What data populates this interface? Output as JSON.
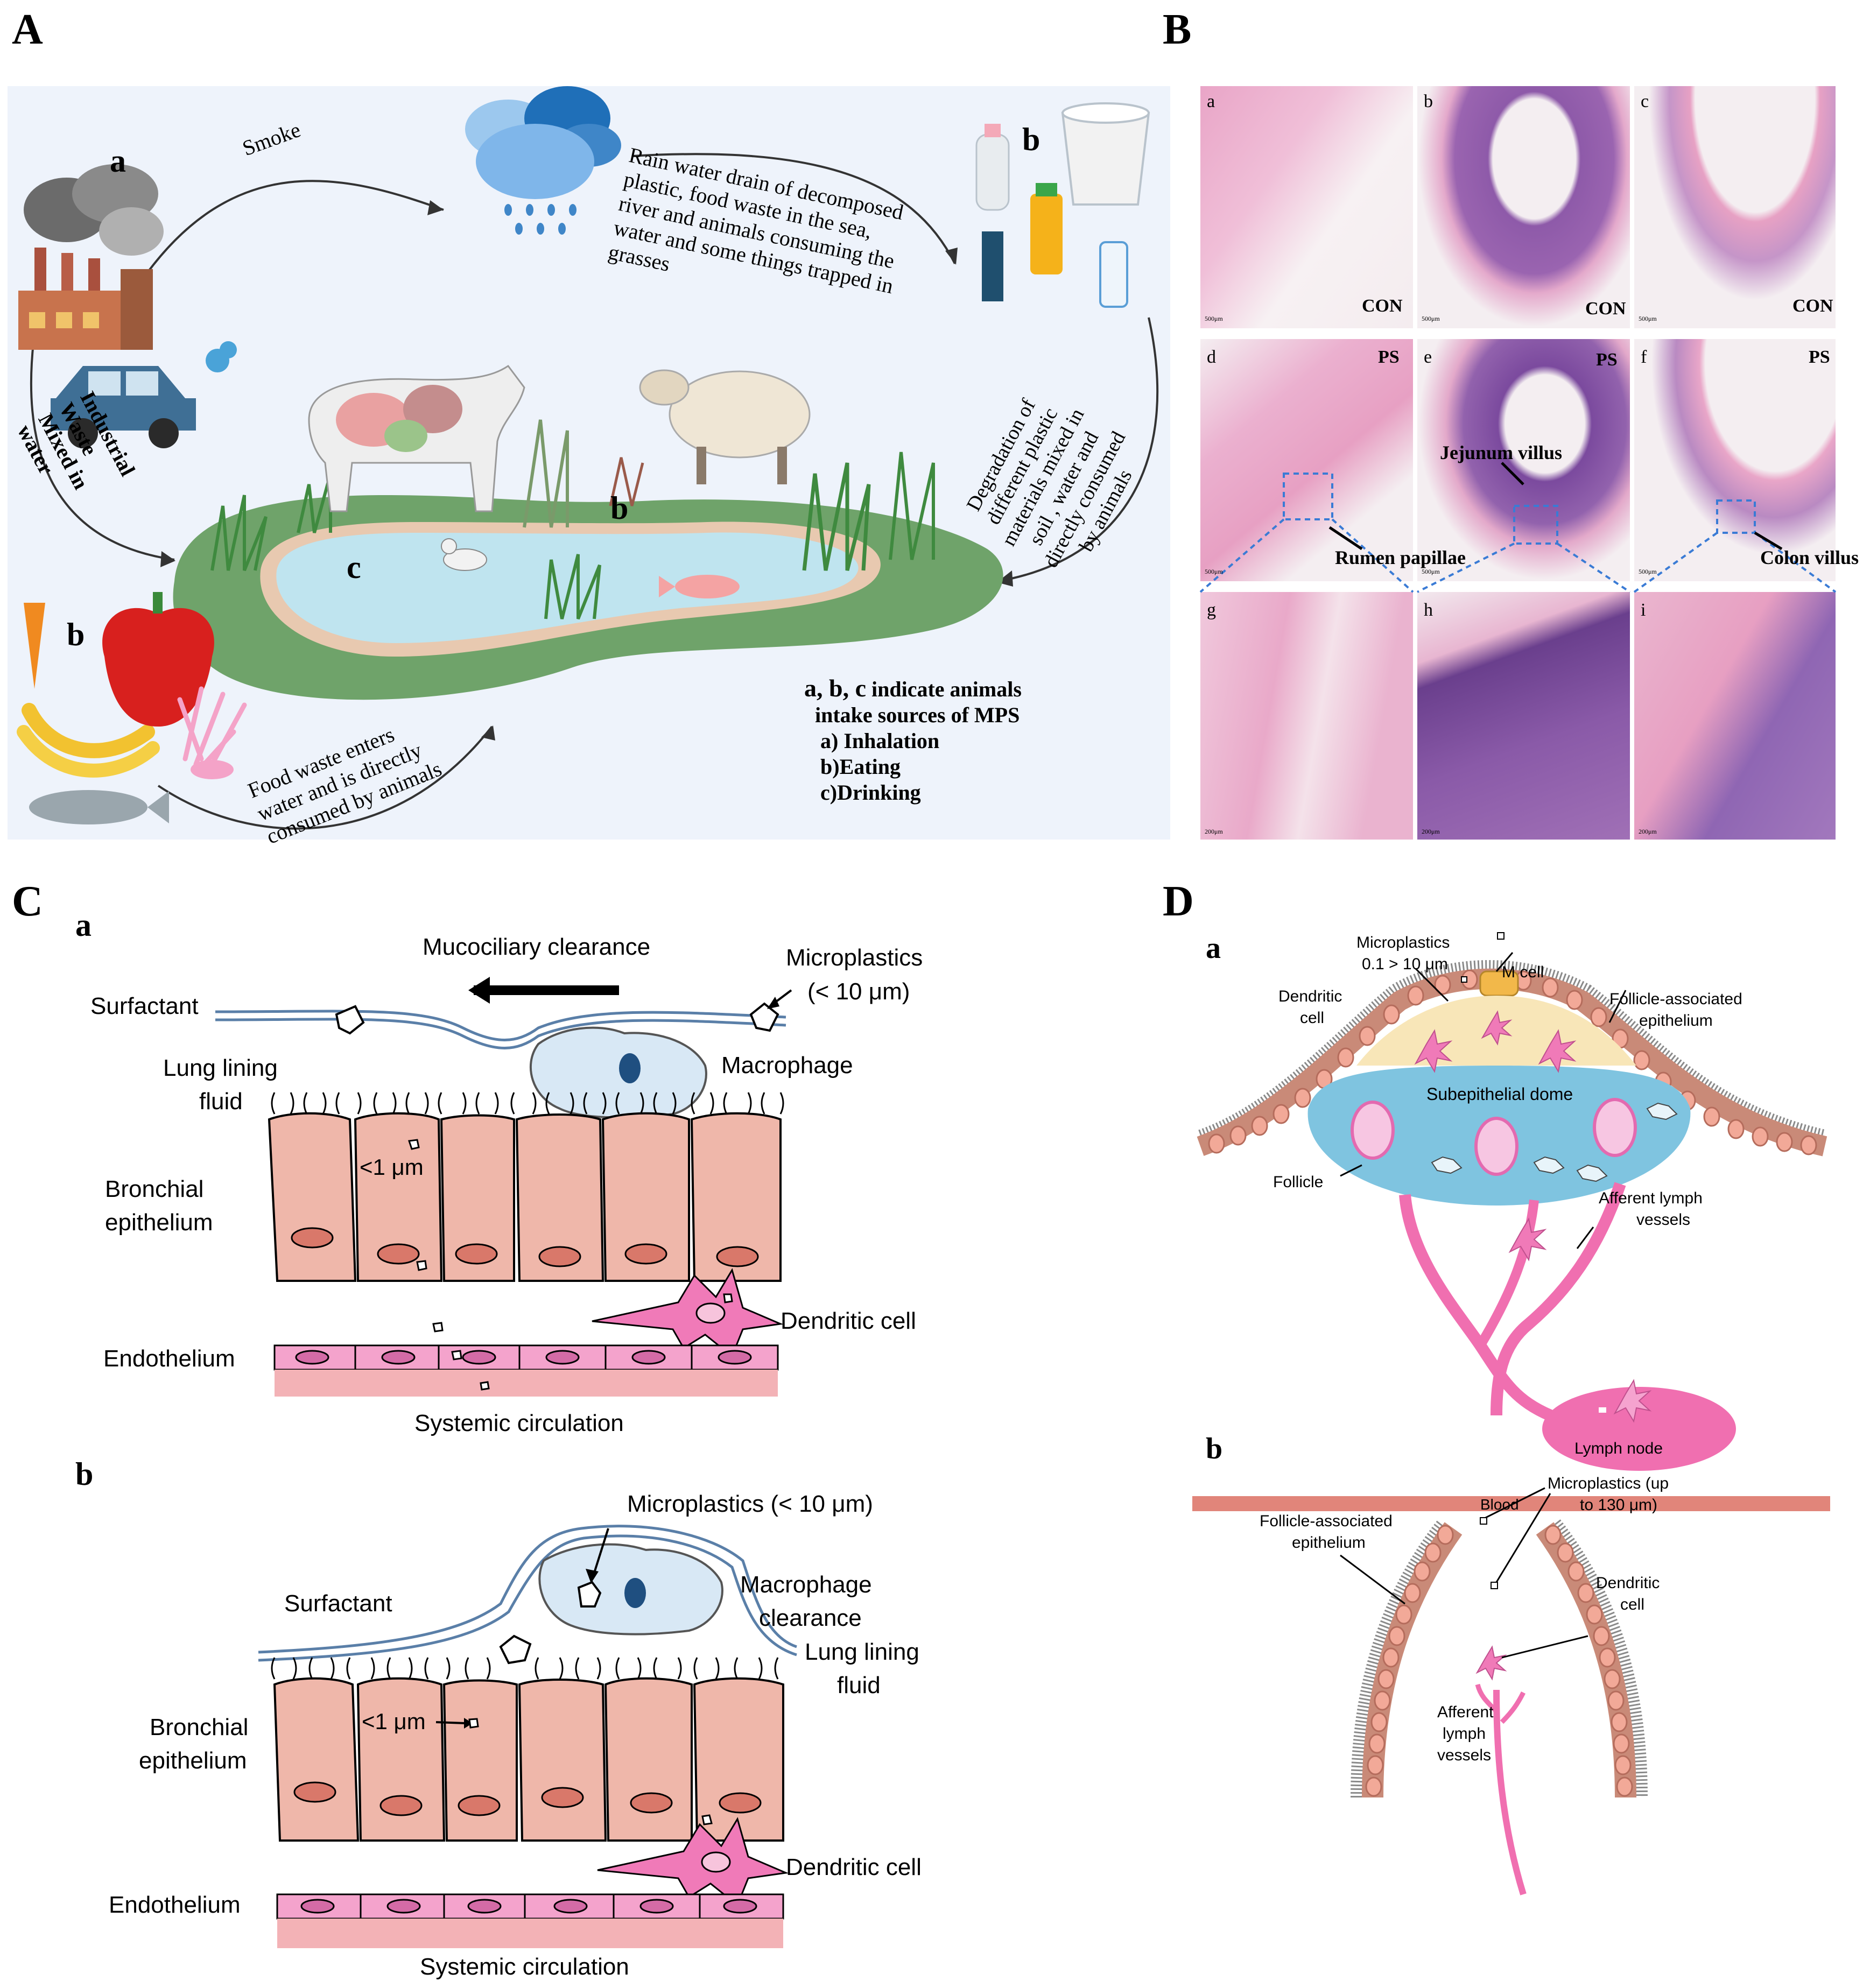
{
  "panels": {
    "A": "A",
    "B": "B",
    "C": "C",
    "D": "D"
  },
  "panel_a": {
    "label_a": "a",
    "label_b_top": "b",
    "label_b_mid": "b",
    "label_b_bottom": "b",
    "label_c": "c",
    "smoke": "Smoke",
    "rain_text": [
      "Rain water drain of decomposed",
      "plastic, food waste in the sea,",
      "river and animals consuming the",
      "water and some things trapped in",
      "grasses"
    ],
    "industrial_text": [
      "Industrial",
      "Waste",
      "Mixed in",
      "water"
    ],
    "degradation_text": [
      "Degradation of",
      "different plastic",
      "materials mixed in",
      "soil , water and",
      "directly consumed",
      "by animals"
    ],
    "food_text": [
      "Food waste enters",
      "water and is directly",
      "consumed by animals"
    ],
    "legend_title_1": "a, b, c",
    "legend_title_2": "indicate animals",
    "legend_title_3": "intake sources of  MPS",
    "legend_items": [
      {
        "key": "a)",
        "label": "Inhalation"
      },
      {
        "key": "b)",
        "label": "Eating"
      },
      {
        "key": "c)",
        "label": "Drinking"
      }
    ]
  },
  "panel_b": {
    "cells": [
      {
        "letter": "a",
        "tag": "CON",
        "scale": "500μm"
      },
      {
        "letter": "b",
        "tag": "CON",
        "scale": "500μm"
      },
      {
        "letter": "c",
        "tag": "CON",
        "scale": "500μm"
      },
      {
        "letter": "d",
        "tag": "PS",
        "scale": "500μm"
      },
      {
        "letter": "e",
        "tag": "PS",
        "scale": "500μm"
      },
      {
        "letter": "f",
        "tag": "PS",
        "scale": "500μm"
      },
      {
        "letter": "g",
        "tag": "",
        "scale": "200μm"
      },
      {
        "letter": "h",
        "tag": "",
        "scale": "200μm"
      },
      {
        "letter": "i",
        "tag": "",
        "scale": "200μm"
      }
    ],
    "rumen": "Rumen papillae",
    "jejunum": "Jejunum villus",
    "colon": "Colon villus"
  },
  "panel_c": {
    "sub_a": "a",
    "sub_b": "b",
    "a": {
      "mucociliary": "Mucociliary clearance",
      "microplastics_1": "Microplastics",
      "microplastics_2": "(< 10 μm)",
      "surfactant": "Surfactant",
      "lung_lining_1": "Lung lining",
      "lung_lining_2": "fluid",
      "macrophage": "Macrophage",
      "bronchial_1": "Bronchial",
      "bronchial_2": "epithelium",
      "small": "<1 μm",
      "dendritic": "Dendritic cell",
      "endothelium": "Endothelium",
      "systemic": "Systemic circulation"
    },
    "b": {
      "microplastics": "Microplastics (< 10 μm)",
      "surfactant": "Surfactant",
      "macrophage_1": "Macrophage",
      "macrophage_2": "clearance",
      "lung_lining_1": "Lung lining",
      "lung_lining_2": "fluid",
      "bronchial_1": "Bronchial",
      "bronchial_2": "epithelium",
      "small": "<1 μm",
      "dendritic": "Dendritic cell",
      "endothelium": "Endothelium",
      "systemic": "Systemic circulation"
    }
  },
  "panel_d": {
    "sub_a": "a",
    "sub_b": "b",
    "a": {
      "microplastics_1": "Microplastics",
      "microplastics_2": "0.1 > 10 μm",
      "m_cell": "M cell",
      "dendritic_1": "Dendritic",
      "dendritic_2": "cell",
      "fae_1": "Follicle-associated",
      "fae_2": "epithelium",
      "dome": "Subepithelial dome",
      "follicle": "Follicle",
      "afferent_1": "Afferent lymph",
      "afferent_2": "vessels",
      "lymph_node": "Lymph node",
      "blood": "Blood"
    },
    "b": {
      "microplastics_1": "Microplastics (up",
      "microplastics_2": "to 130 μm)",
      "fae_1": "Follicle-associated",
      "fae_2": "epithelium",
      "dendritic_1": "Dendritic",
      "dendritic_2": "cell",
      "afferent_1": "Afferent",
      "afferent_2": "lymph",
      "afferent_3": "vessels"
    }
  },
  "colors": {
    "panel_a_bg": "#eef3fb",
    "pond": "#bfe4ef",
    "grass": "#6fa36a",
    "epithelium": "#efb7aa",
    "nucleus": "#d9786a",
    "endothelium": "#f4a3cc",
    "dendritic": "#f07ab8",
    "macrophage": "#d8e8f5",
    "dome": "#f8e6b8",
    "follicle_bg": "#7fc4e0",
    "lymph": "#f06fb0",
    "blood": "#e1857a",
    "histo_pink": "#e8a7c9",
    "histo_purple": "#8a5aa8"
  }
}
